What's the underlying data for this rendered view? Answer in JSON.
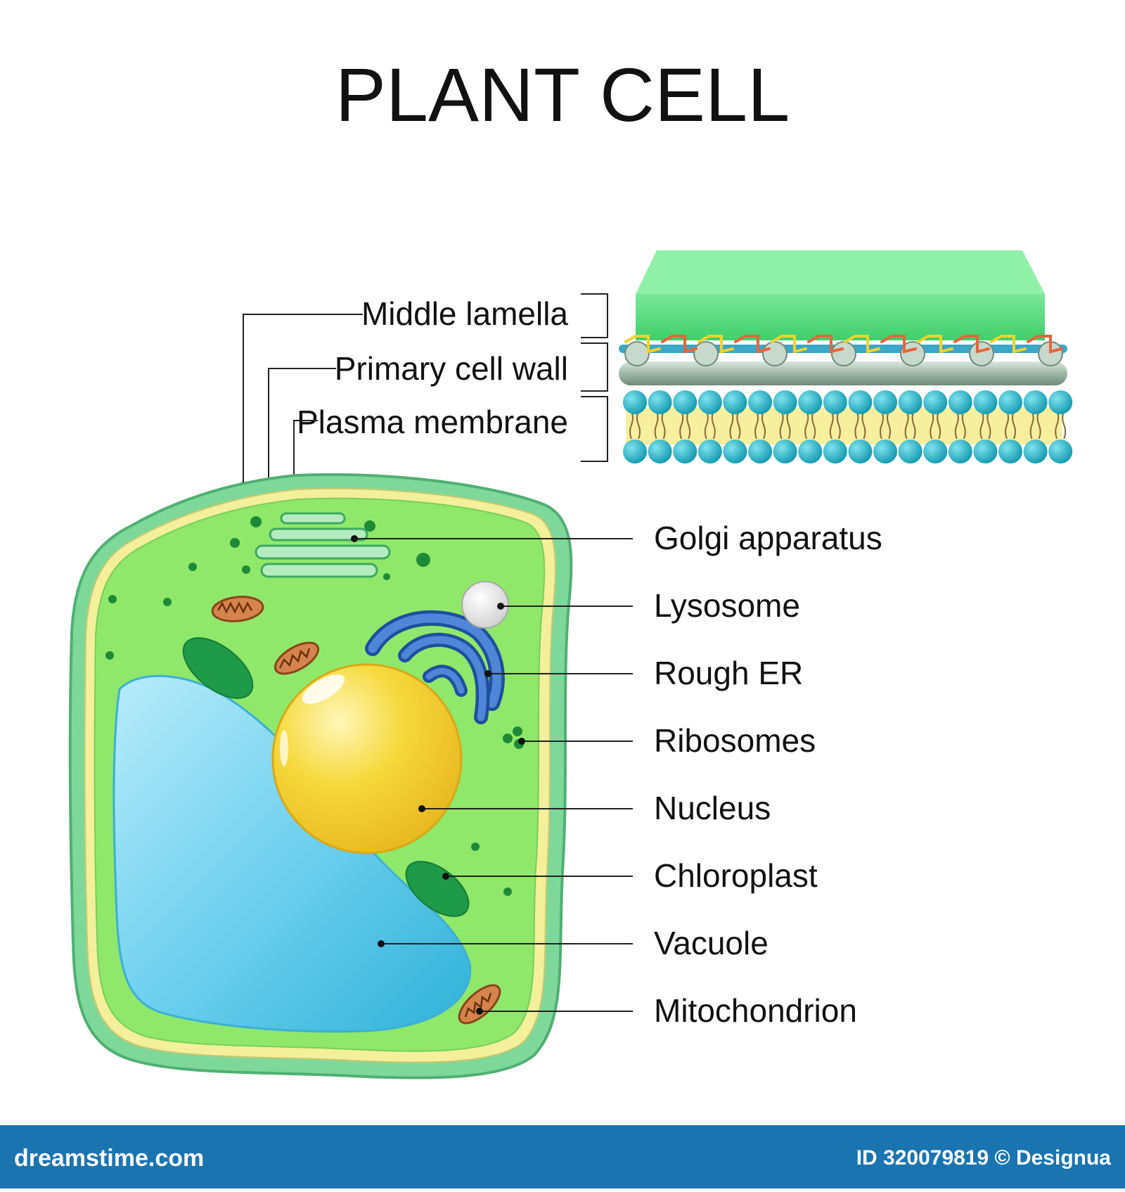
{
  "diagram": {
    "title": "PLANT CELL",
    "wall_labels": {
      "middle_lamella": "Middle lamella",
      "primary_cell_wall": "Primary cell wall",
      "plasma_membrane": "Plasma membrane"
    },
    "organelle_labels": {
      "golgi": "Golgi apparatus",
      "lysosome": "Lysosome",
      "rough_er": "Rough ER",
      "ribosomes": "Ribosomes",
      "nucleus": "Nucleus",
      "chloroplast": "Chloroplast",
      "vacuole": "Vacuole",
      "mitochondrion": "Mitochondrion"
    }
  },
  "footer": {
    "site": "dreamstime.com",
    "id_text": "ID 320079819 © Designua"
  },
  "colors": {
    "cell_wall_outer": "#6fcf87",
    "cytoplasm": "#8fe86a",
    "vacuole": "#5cc8e8",
    "nucleus": "#f4cf2e",
    "rough_er": "#3f6fc4",
    "chloroplast": "#20a04a",
    "mitochondrion": "#c4622e",
    "lysosome": "#e6e6e6",
    "membrane_head": "#1fb5c8",
    "membrane_core": "#f7ef9e",
    "footer_bar": "#1a74b0"
  }
}
